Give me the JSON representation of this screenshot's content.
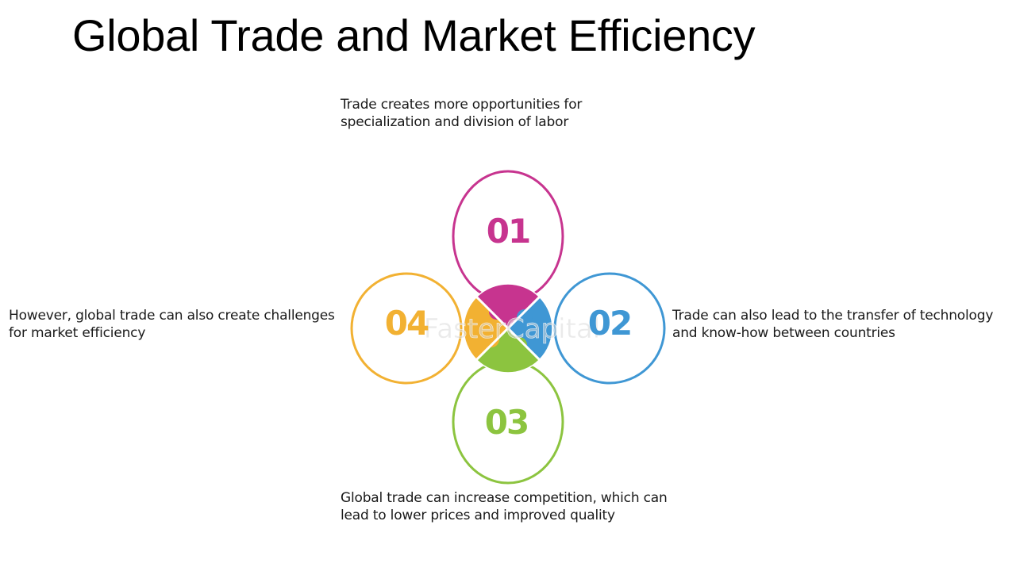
{
  "title": "Global Trade and Market Efficiency",
  "colors": {
    "petal_1": "#c7348f",
    "petal_2": "#3f97d4",
    "petal_3": "#8cc43f",
    "petal_4": "#f2b132"
  },
  "petals": [
    {
      "number": "01",
      "color": "#c7348f",
      "text_lines": [
        "Trade creates more opportunities for",
        "specialization and division of labor"
      ]
    },
    {
      "number": "02",
      "color": "#3f97d4",
      "text_lines": [
        "Trade can also lead to the transfer of technology",
        "and know-how between countries"
      ]
    },
    {
      "number": "03",
      "color": "#8cc43f",
      "text_lines": [
        "Global trade can increase competition, which can",
        "lead to lower prices and improved quality"
      ]
    },
    {
      "number": "04",
      "color": "#f2b132",
      "text_lines": [
        "However, global trade can also create challenges",
        "for market efficiency"
      ]
    }
  ],
  "watermark": "FasterCapital"
}
